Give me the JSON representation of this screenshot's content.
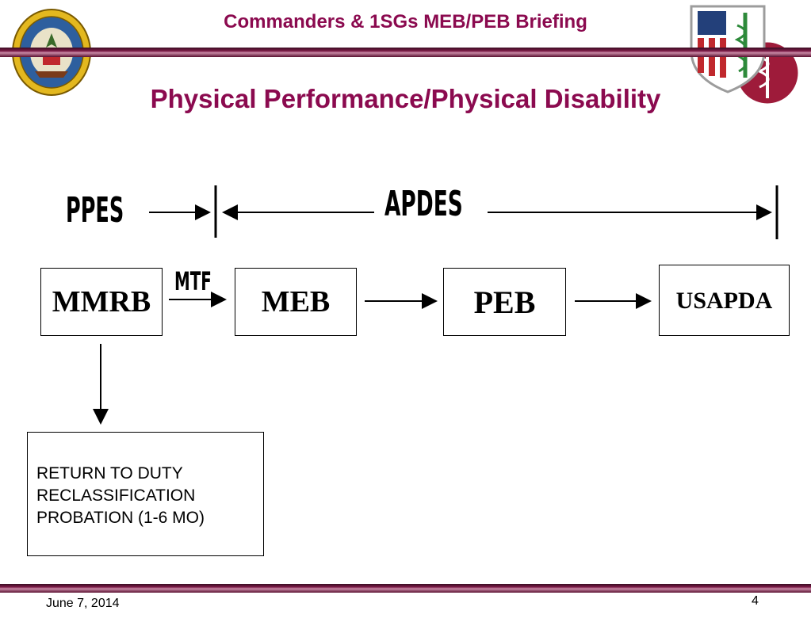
{
  "header": {
    "title": "Commanders & 1SGs MEB/PEB Briefing"
  },
  "slide": {
    "title": "Physical Performance/Physical Disability"
  },
  "timeline": {
    "ppes_label": "PPES",
    "apdes_label": "APDES"
  },
  "flow": {
    "mmrb": "MMRB",
    "mtf": "MTF",
    "meb": "MEB",
    "peb": "PEB",
    "usapda": "USAPDA"
  },
  "outcomes": {
    "lines": [
      "RETURN TO DUTY",
      "RECLASSIFICATION",
      "PROBATION (1-6 MO)"
    ]
  },
  "footer": {
    "date": "June 7, 2014",
    "page": "4"
  },
  "colors": {
    "accent": "#8b0a4f",
    "bar_dark": "#3a0d22"
  },
  "icons": {
    "left_logo": "army-seal-icon",
    "right_logo": "medical-crest-icon"
  }
}
